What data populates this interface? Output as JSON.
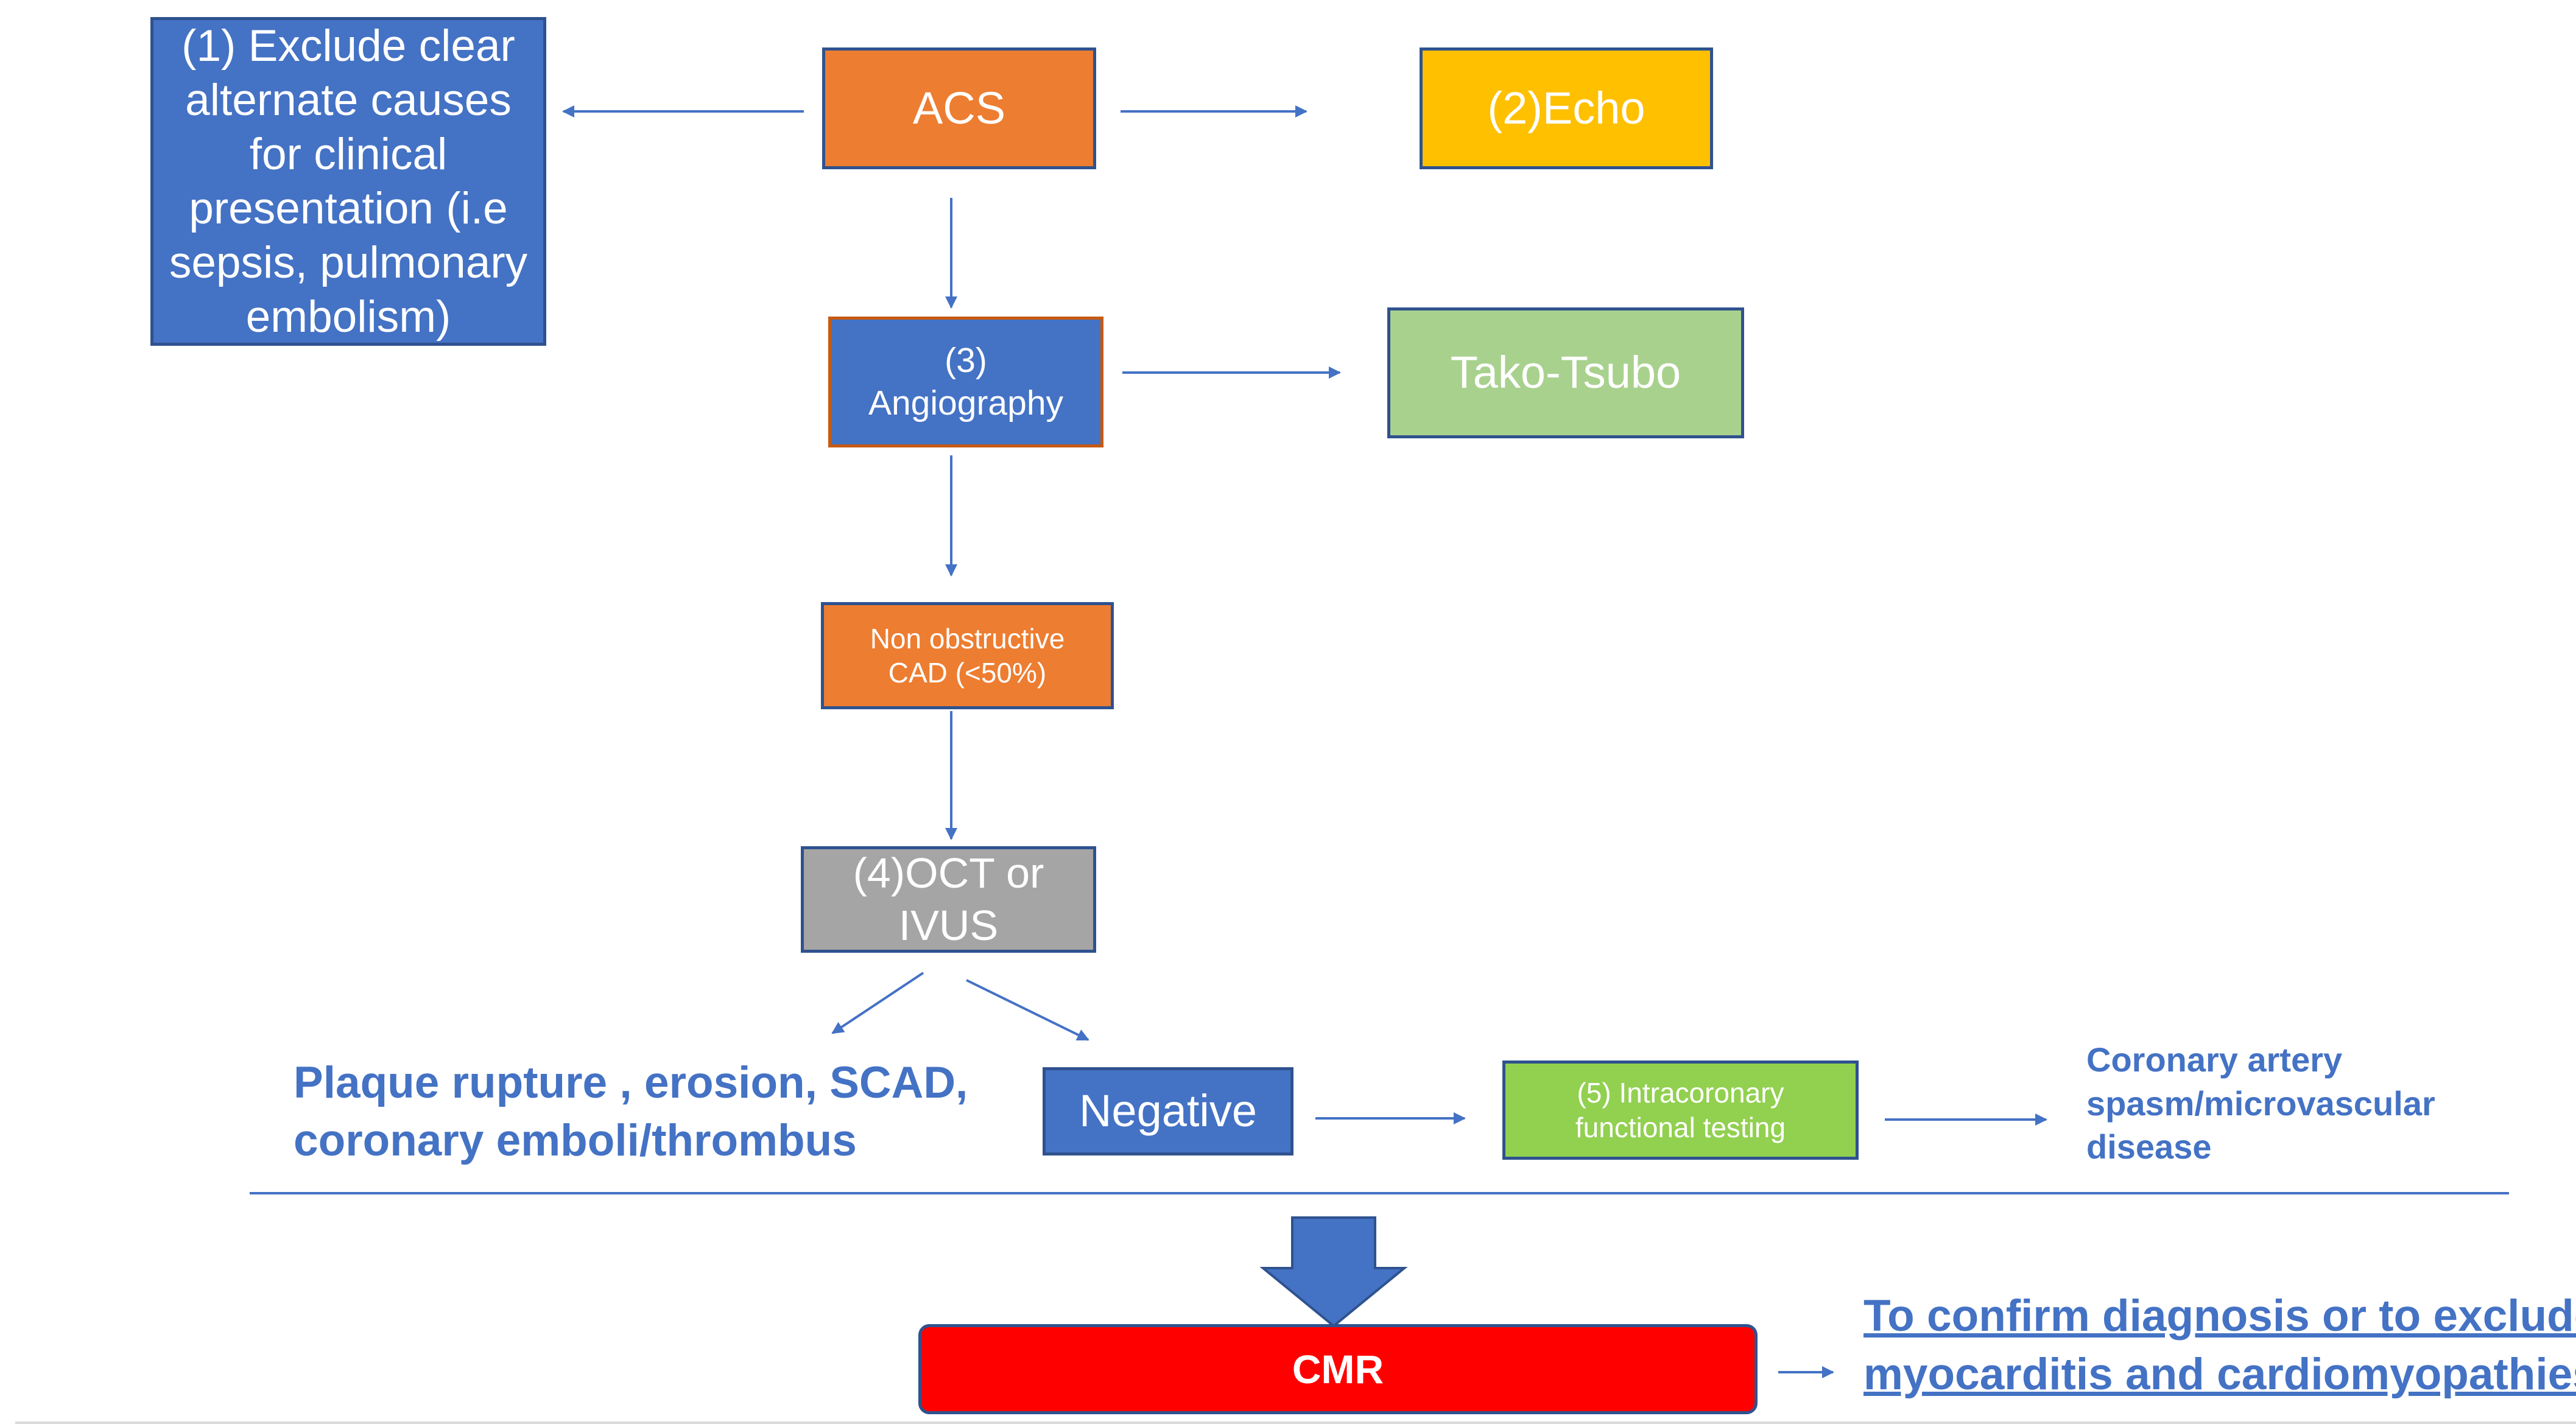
{
  "nodes": {
    "exclude": "(1) Exclude clear alternate causes for clinical presentation  (i.e sepsis, pulmonary embolism)",
    "acs": "ACS",
    "echo": "(2)Echo",
    "angiography_num": "(3)",
    "angiography_label": "Angiography",
    "takotsubo": "Tako-Tsubo",
    "non_obstructive_line1": "Non obstructive",
    "non_obstructive_line2": "CAD (<50%)",
    "oct_line1": "(4)OCT or",
    "oct_line2": "IVUS",
    "negative": "Negative",
    "intracoronary_line1": "(5) Intracoronary",
    "intracoronary_line2": "functional testing",
    "cmr": "CMR"
  },
  "labels": {
    "plaque_line1": "Plaque rupture , erosion, SCAD,",
    "plaque_line2": "coronary emboli/thrombus",
    "spasm_line1": "Coronary artery",
    "spasm_line2": "spasm/microvascular",
    "spasm_line3": "disease",
    "confirm_line1": "To confirm diagnosis or to exclude",
    "confirm_line2": "myocarditis and cardiomyopathies"
  },
  "colors": {
    "blue": "#4472c4",
    "orange": "#ed7d31",
    "yellow": "#ffc000",
    "light_green": "#a9d18e",
    "gray": "#a5a5a5",
    "green": "#92d050",
    "red": "#ff0000"
  }
}
